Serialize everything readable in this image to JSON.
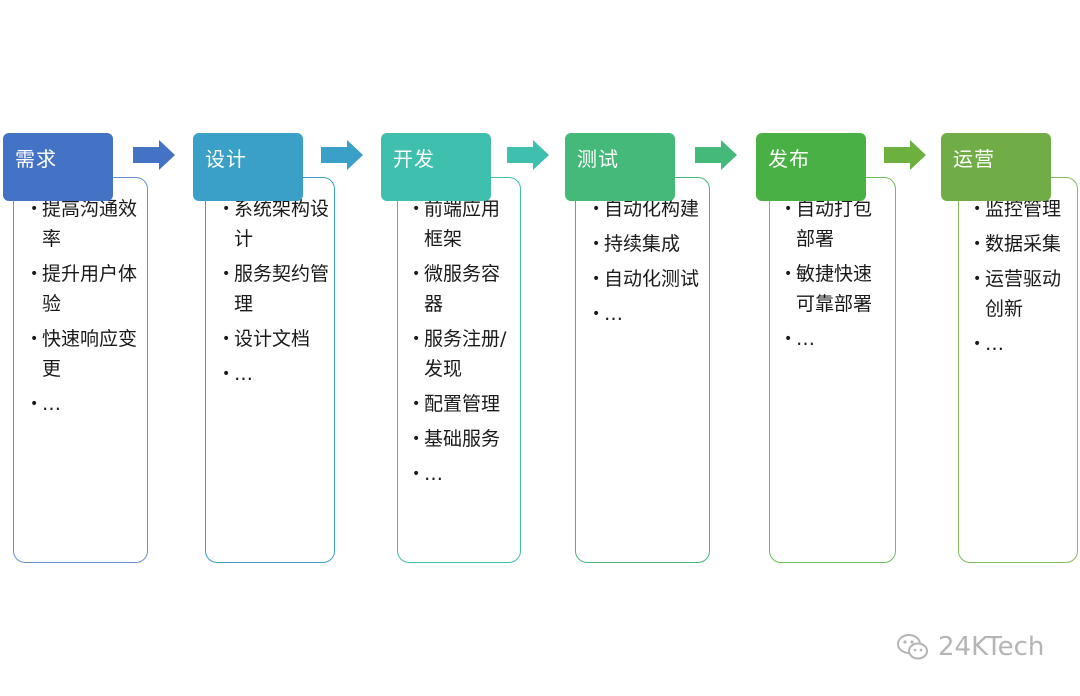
{
  "stages": [
    {
      "title": "需求",
      "color": "#4472c4",
      "border": "#6b8fd0",
      "items": [
        "提高沟通效率",
        "提升用户体验",
        "快速响应变更",
        "…"
      ]
    },
    {
      "title": "设计",
      "color": "#3aa0c8",
      "border": "#3aa0c8",
      "items": [
        "系统架构设计",
        "服务契约管理",
        "设计文档",
        "…"
      ]
    },
    {
      "title": "开发",
      "color": "#3fbfae",
      "border": "#3fbfae",
      "items": [
        "前端应用框架",
        "微服务容器",
        "服务注册/发现",
        "配置管理",
        "基础服务",
        "…"
      ]
    },
    {
      "title": "测试",
      "color": "#45b97a",
      "border": "#45b97a",
      "items": [
        "自动化构建",
        "持续集成",
        "自动化测试",
        "…"
      ]
    },
    {
      "title": "发布",
      "color": "#48b044",
      "border": "#6cbf56",
      "items": [
        "自动打包部署",
        "敏捷快速可靠部署",
        "…"
      ]
    },
    {
      "title": "运营",
      "color": "#70ad47",
      "border": "#85bc5e",
      "items": [
        "监控管理",
        "数据采集",
        "运营驱动创新",
        "…"
      ]
    }
  ],
  "arrow_colors": [
    "#4472c4",
    "#3aa0c8",
    "#3fbfae",
    "#45b97a",
    "#6cb040"
  ],
  "watermark": {
    "text": "24KTech",
    "icon": "wechat-icon"
  }
}
